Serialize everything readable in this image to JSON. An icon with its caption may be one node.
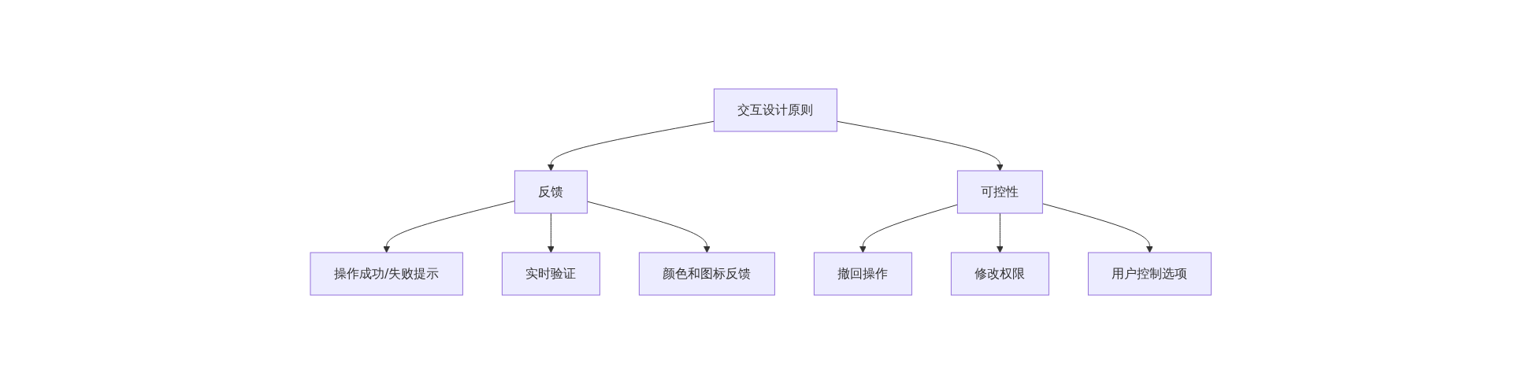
{
  "diagram": {
    "nodes": [
      {
        "text": [
          "交互设计原则"
        ]
      },
      {
        "text": [
          "反馈"
        ]
      },
      {
        "text": [
          "可控性"
        ]
      },
      {
        "text": [
          "操作成功/失败提示"
        ]
      },
      {
        "text": [
          "实时验证"
        ]
      },
      {
        "text": [
          "颜色和图标反馈"
        ]
      },
      {
        "text": [
          "撤回操作"
        ]
      },
      {
        "text": [
          "修改权限"
        ]
      },
      {
        "text": [
          "用户控制选项"
        ]
      }
    ],
    "edges": [
      {
        "from": 0,
        "to": 1,
        "arrow": "to"
      },
      {
        "from": 0,
        "to": 2,
        "arrow": "to"
      },
      {
        "from": 1,
        "to": 3,
        "arrow": "to"
      },
      {
        "from": 1,
        "to": 4,
        "arrow": "to"
      },
      {
        "from": 1,
        "to": 5,
        "arrow": "to"
      },
      {
        "from": 2,
        "to": 6,
        "arrow": "to"
      },
      {
        "from": 2,
        "to": 7,
        "arrow": "to"
      },
      {
        "from": 2,
        "to": 8,
        "arrow": "to"
      }
    ]
  }
}
